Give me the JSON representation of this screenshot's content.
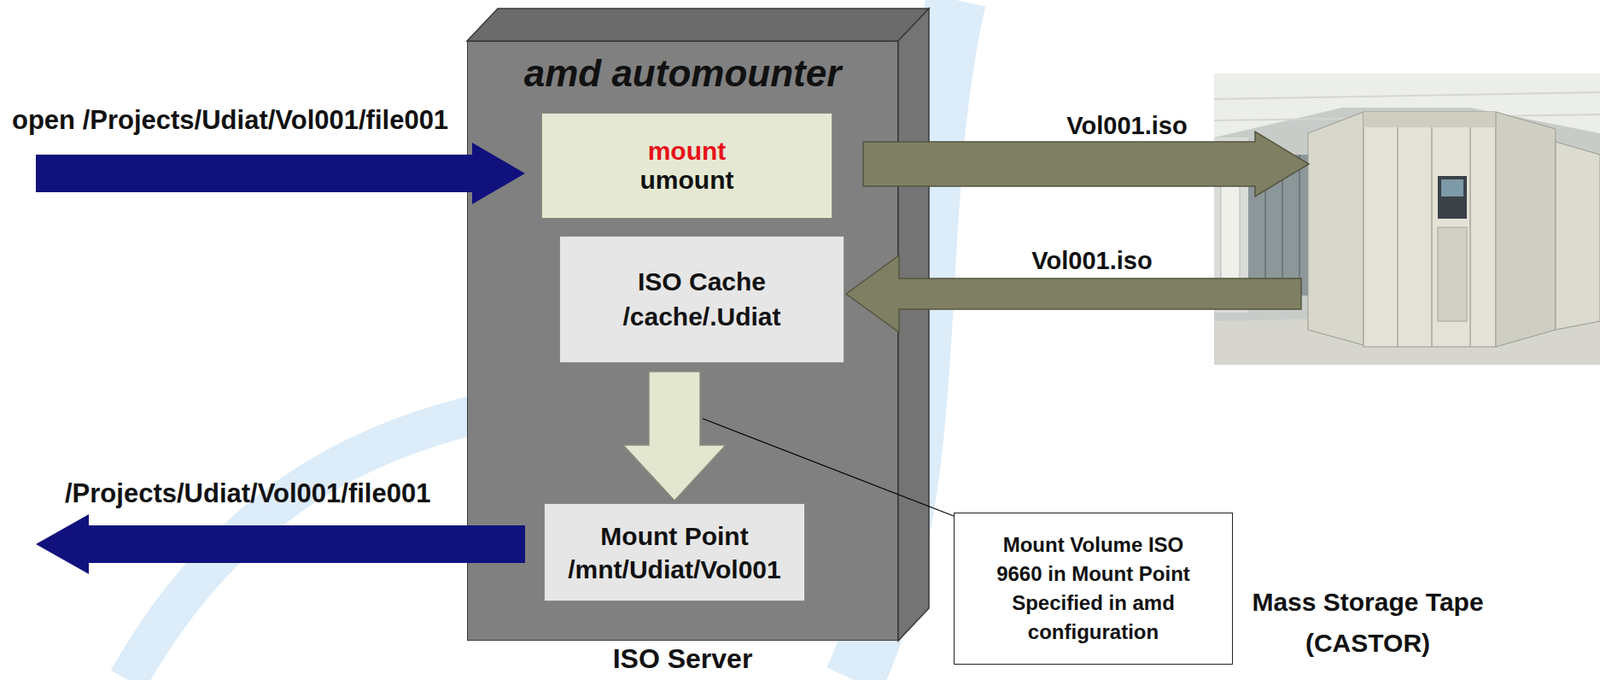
{
  "diagram": {
    "nodes": [
      {
        "text": [
          "amd automounter",
          "ISO Server"
        ]
      },
      {
        "text": [
          "mount",
          "umount"
        ],
        "in": 0
      },
      {
        "text": [
          "ISO Cache",
          "/cache/.Udiat"
        ],
        "in": 0
      },
      {
        "text": [
          "Mount Point",
          "/mnt/Udiat/Vol001"
        ],
        "in": 0
      },
      {
        "text": [
          "Mass Storage Tape (CASTOR)"
        ]
      },
      {
        "text": [
          "Mount Volume ISO 9660 in Mount Point Specified in amd configuration"
        ]
      }
    ],
    "edges": [
      {
        "from": 1,
        "to": 4,
        "arrow": "to",
        "label": "Vol001.iso"
      },
      {
        "from": 4,
        "to": 2,
        "arrow": "to",
        "label": "Vol001.iso"
      },
      {
        "from": 2,
        "to": 3,
        "arrow": "to"
      }
    ],
    "labels": [
      "open /Projects/Udiat/Vol001/file001",
      "/Projects/Udiat/Vol001/file001"
    ]
  }
}
